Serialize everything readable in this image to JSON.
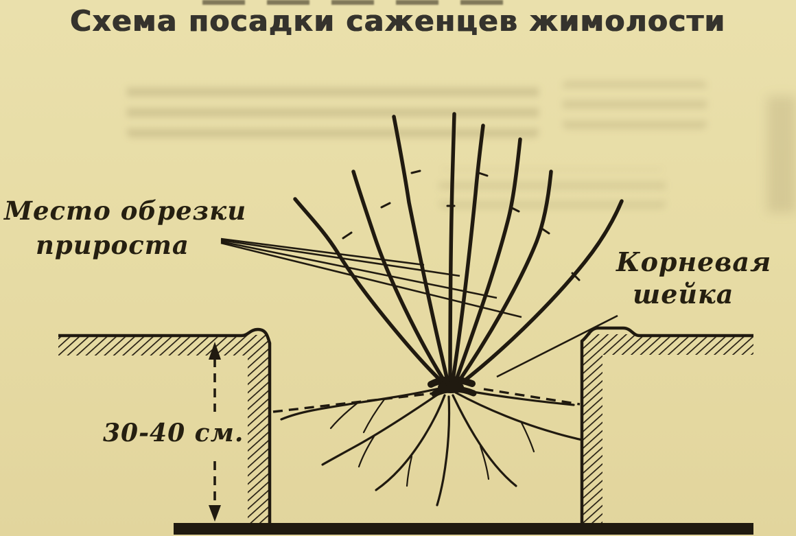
{
  "title": "Схема посадки саженцев жимолости",
  "labels": {
    "pruning_line1": "Место обрезки",
    "pruning_line2": "прироста",
    "root_collar_line1": "Корневая",
    "root_collar_line2": "шейка",
    "depth": "30-40 см."
  },
  "diagram": {
    "type": "planting-scheme",
    "callouts": [
      {
        "label": "Место обрезки прироста",
        "points_to": "branch tips of the shrub"
      },
      {
        "label": "Корневая шейка",
        "points_to": "base of the stem at soil level"
      },
      {
        "label": "30-40 см.",
        "points_to": "depth of the planting pit"
      }
    ]
  },
  "colors": {
    "paper": "#e7dca5",
    "ink": "#201a10",
    "title_ink": "#35332d"
  }
}
